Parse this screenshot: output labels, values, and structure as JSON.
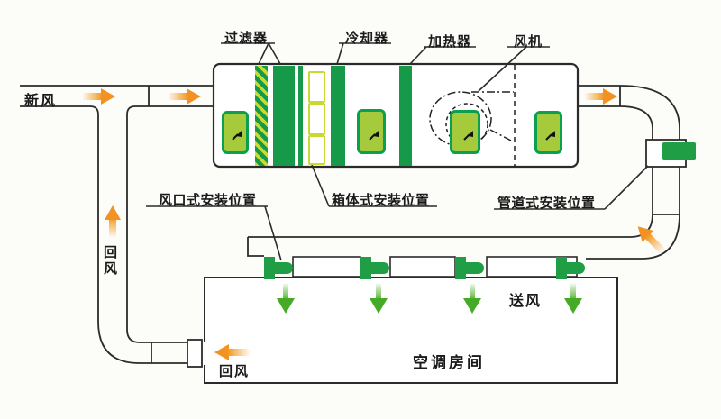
{
  "diagram": {
    "component_labels": {
      "filter": "过滤器",
      "cooler": "冷却器",
      "heater": "加热器",
      "fan": "风机"
    },
    "flow_labels": {
      "fresh_air": "新风",
      "return_air_riser": "回风",
      "return_air_room": "回风",
      "supply_air": "送风"
    },
    "install_position_labels": {
      "outlet_type": "风口式安装位置",
      "cabinet_type": "箱体式安装位置",
      "duct_type": "管道式安装位置"
    },
    "room_label": "空调房间",
    "colors": {
      "component_green": "#17994a",
      "sensor_fill_green": "#a5cb3c",
      "sensor_border_green": "#0ba04f",
      "damper_green": "#1f9e46",
      "supply_arrow_green": "#45ab27",
      "airflow_orange": "#f39222",
      "hatch_yellow": "#c9dc35",
      "cabinet_box_yellow": "#c9d833",
      "line_dark": "#2b2b2b"
    }
  }
}
